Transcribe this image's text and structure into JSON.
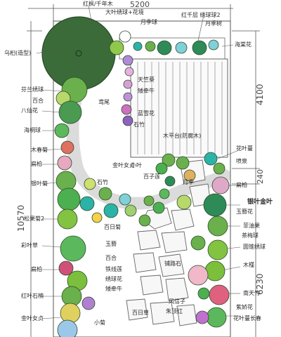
{
  "plan": {
    "dimensions": {
      "top_width": "5200",
      "left_total": "10570",
      "right_upper": "4100",
      "right_middle": "240",
      "right_lower": "6230"
    },
    "labels": {
      "top_center": "红枫/千年木",
      "top_center2": "大叶绣球+花境",
      "top_right": "红千层 绣球球2",
      "top_right2": "月季树",
      "top_mid": "月季球",
      "left_1": "乌桕(造型)",
      "left_2": "芬兰绣球",
      "left_3": "百合",
      "left_4": "八仙花",
      "left_5": "海桐球",
      "left_6": "木春菊",
      "left_7": "扁柏",
      "left_8": "银叶菊",
      "left_9": "松果菊2",
      "left_10": "彩叶草",
      "left_11": "扁柏",
      "left_12": "红叶石楠",
      "left_13": "金叶女贞",
      "right_1": "花叶蔓",
      "right_2": "喷泉",
      "right_3": "扁柏",
      "right_4": "银叶金叶",
      "right_5": "玉簪花",
      "right_6": "菲油果",
      "right_7": "茶梅球",
      "right_8": "圆锥绣球",
      "right_9": "木槿",
      "right_10": "南天竹",
      "right_11": "紫娇花",
      "right_12": "花叶蔓长春",
      "mid_1": "鸢尾",
      "mid_2": "木平台(防腐木)",
      "mid_3": "金叶女贞",
      "mid_4": "石竹",
      "mid_5": "小叶",
      "mid_6": "百子莲",
      "mid_7": "月季",
      "mid_8": "天竺葵",
      "mid_9": "矮牵牛",
      "mid_10": "蓝雪花",
      "mid_11": "石竹",
      "mid_12": "铺路石",
      "mid_13": "百日菊",
      "mid_14": "玉簪",
      "mid_15": "百合",
      "mid_16": "铁线莲",
      "mid_17": "绣球花",
      "mid_18": "矮牵牛",
      "mid_19": "风信子",
      "mid_20": "朱顶红",
      "bottom_1": "小菊",
      "bottom_2": "百日草",
      "right_top": "海棠花"
    }
  }
}
